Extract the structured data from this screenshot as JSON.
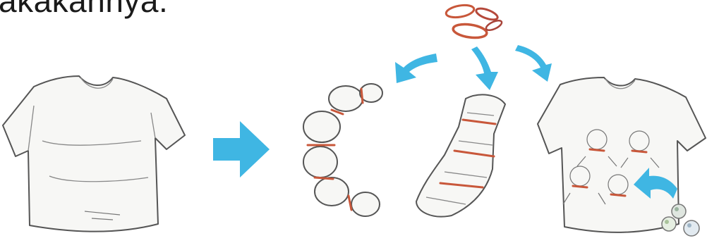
{
  "text": {
    "heading_fragment": "akakannya."
  },
  "colors": {
    "arrow": "#3fb6e3",
    "rubber_band": "#c8573a",
    "outline": "#555555",
    "fabric": "#f7f7f5"
  },
  "illustrations": [
    "plain-tshirt",
    "big-right-arrow",
    "rubber-bands",
    "curved-arrow-left",
    "curved-arrow-down",
    "curved-arrow-right",
    "bundled-fabric-curved",
    "bundled-fabric-twisted",
    "tied-tshirt",
    "curved-arrow-small",
    "marbles"
  ]
}
